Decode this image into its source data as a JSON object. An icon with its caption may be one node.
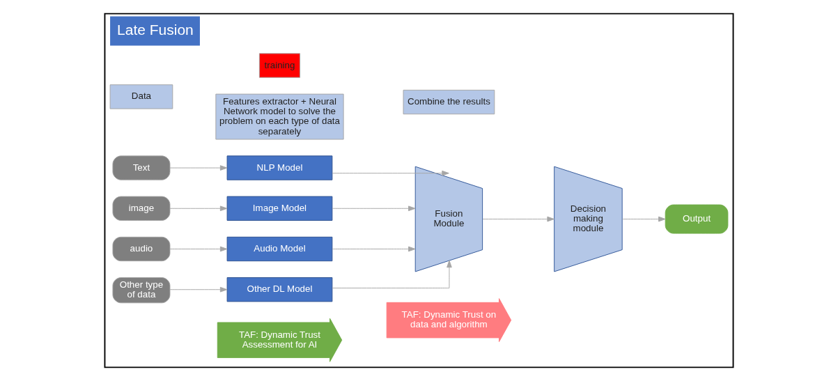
{
  "diagram": {
    "nodes": [
      {
        "text": [
          "Late Fusion"
        ]
      },
      {
        "text": [
          "training"
        ],
        "in": 0
      },
      {
        "text": [
          "Data"
        ],
        "in": 0
      },
      {
        "text": [
          "Features extractor + Neural Network model to solve the problem on each type of data separately"
        ],
        "in": 0
      },
      {
        "text": [
          "Combine the results"
        ],
        "in": 0
      },
      {
        "text": [
          "Text"
        ],
        "in": 0
      },
      {
        "text": [
          "image"
        ],
        "in": 0
      },
      {
        "text": [
          "audio"
        ],
        "in": 0
      },
      {
        "text": [
          "Other type of data"
        ],
        "in": 0
      },
      {
        "text": [
          "NLP Model"
        ],
        "in": 0
      },
      {
        "text": [
          "Image Model"
        ],
        "in": 0
      },
      {
        "text": [
          "Audio Model"
        ],
        "in": 0
      },
      {
        "text": [
          "Other DL Model"
        ],
        "in": 0
      },
      {
        "text": [
          "Fusion Module"
        ],
        "in": 0
      },
      {
        "text": [
          "Decision making module"
        ],
        "in": 0
      },
      {
        "text": [
          "Output"
        ],
        "in": 0
      },
      {
        "text": [
          "TAF: Dynamic Trust Assessment for AI"
        ],
        "in": 0
      },
      {
        "text": [
          "TAF: Dynamic Trust on data and algorithm"
        ],
        "in": 0
      }
    ],
    "edges": [
      {
        "from": 5,
        "to": 9,
        "arrow": "to"
      },
      {
        "from": 6,
        "to": 10,
        "arrow": "to"
      },
      {
        "from": 7,
        "to": 11,
        "arrow": "to"
      },
      {
        "from": 8,
        "to": 12,
        "arrow": "to"
      },
      {
        "from": 9,
        "to": 13,
        "arrow": "to"
      },
      {
        "from": 10,
        "to": 13,
        "arrow": "to"
      },
      {
        "from": 11,
        "to": 13,
        "arrow": "to"
      },
      {
        "from": 12,
        "to": 13,
        "arrow": "to"
      },
      {
        "from": 13,
        "to": 14,
        "arrow": "to"
      },
      {
        "from": 14,
        "to": 15,
        "arrow": "to"
      }
    ]
  }
}
